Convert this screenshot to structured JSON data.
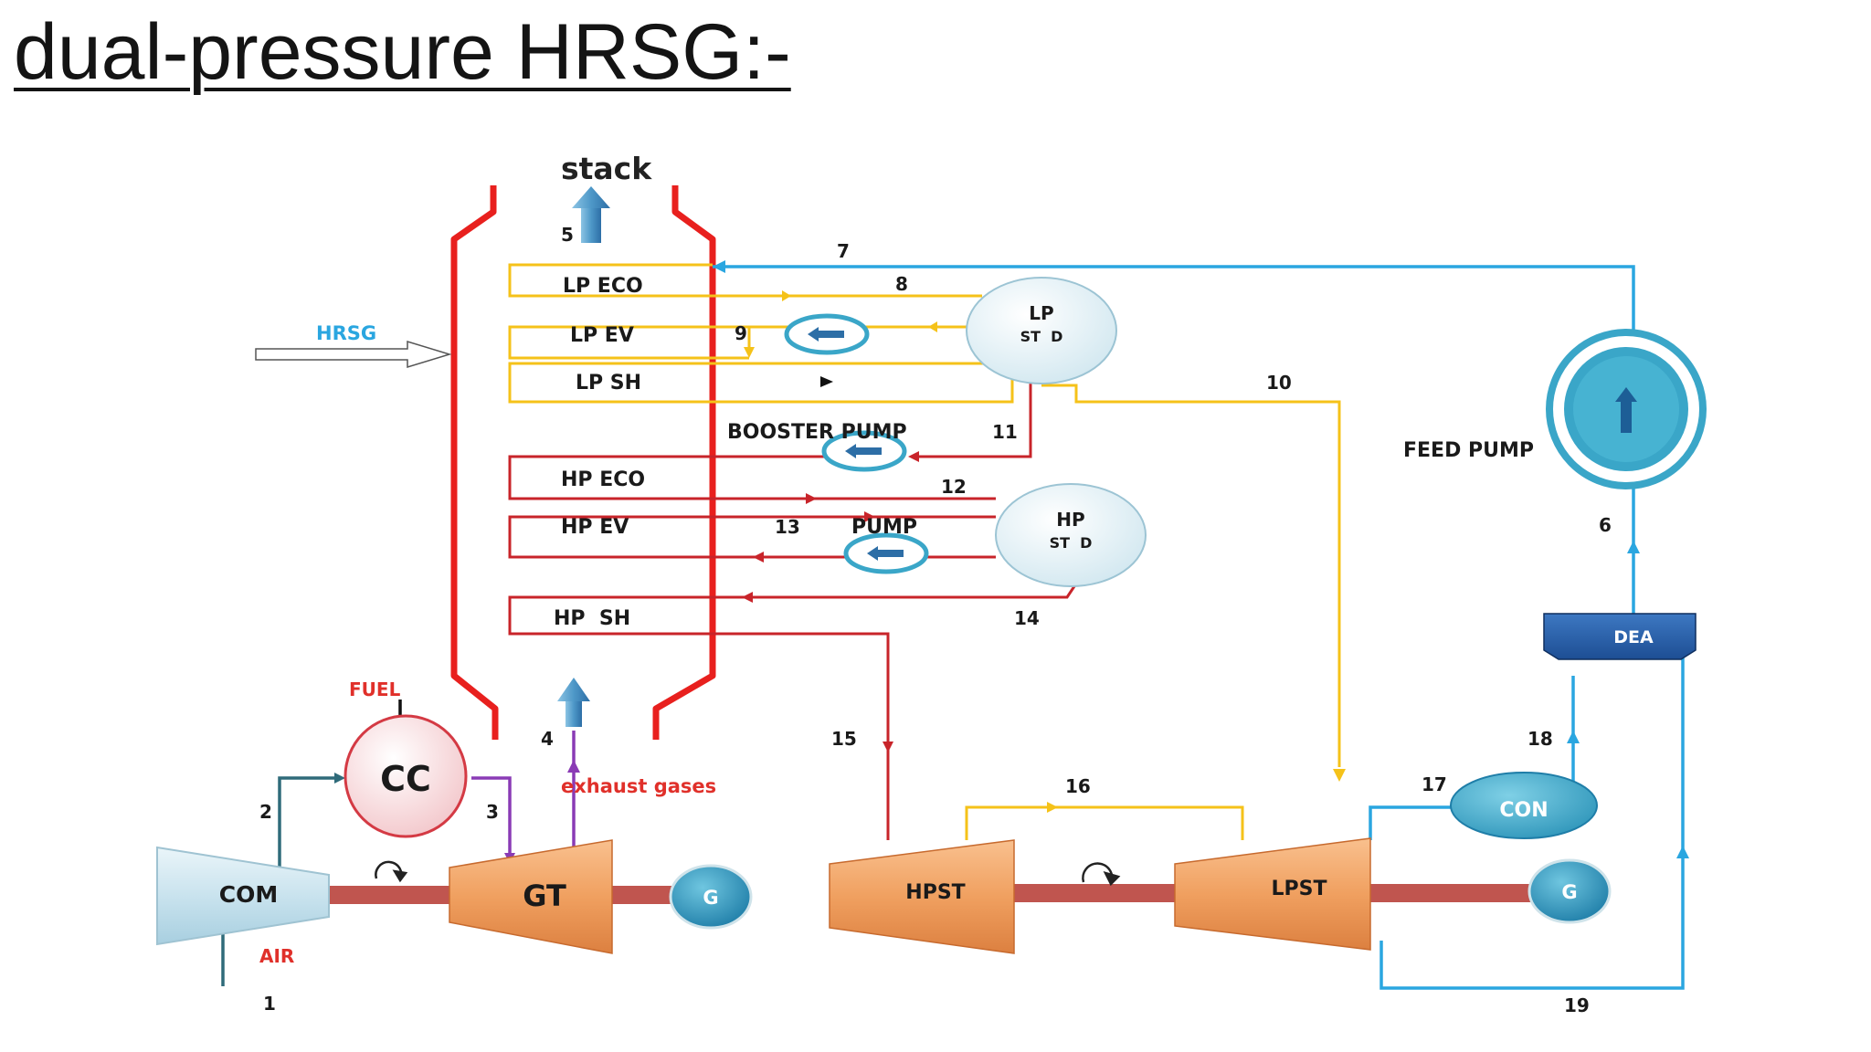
{
  "title": "dual-pressure HRSG:-",
  "labels": {
    "stack": "stack",
    "hrsg": "HRSG",
    "lp_eco": "LP ECO",
    "lp_ev": "LP EV",
    "lp_sh": "LP SH",
    "booster_pump": "BOOSTER PUMP",
    "hp_eco": "HP ECO",
    "hp_ev": "HP EV",
    "pump": "PUMP",
    "hp_sh": "HP  SH",
    "lp_drum_line1": "LP",
    "lp_drum_line2": "ST  D",
    "hp_drum_line1": "HP",
    "hp_drum_line2": "ST  D",
    "feed_pump": "FEED PUMP",
    "dea": "DEA",
    "fuel": "FUEL",
    "cc": "CC",
    "exhaust": "exhaust gases",
    "com": "COM",
    "gt": "GT",
    "g1": "G",
    "hpst": "HPST",
    "lpst": "LPST",
    "g2": "G",
    "con": "CON",
    "air": "AIR"
  },
  "state_points": [
    "1",
    "2",
    "3",
    "4",
    "5",
    "6",
    "7",
    "8",
    "9",
    "10",
    "11",
    "12",
    "13",
    "14",
    "15",
    "16",
    "17",
    "18",
    "19"
  ],
  "colors": {
    "hrsg_wall": "#e8201e",
    "lp_circuit": "#f5c219",
    "hp_circuit": "#c8242a",
    "water_line": "#2aa6e0",
    "air_line": "#2f6b7a",
    "gas_line": "#8a3bb5",
    "turbine": "#f0a060",
    "shaft": "#c0554f",
    "pump": "#3aa6c8",
    "label_red": "#e0302a",
    "label_blue": "#2aa6e0"
  }
}
